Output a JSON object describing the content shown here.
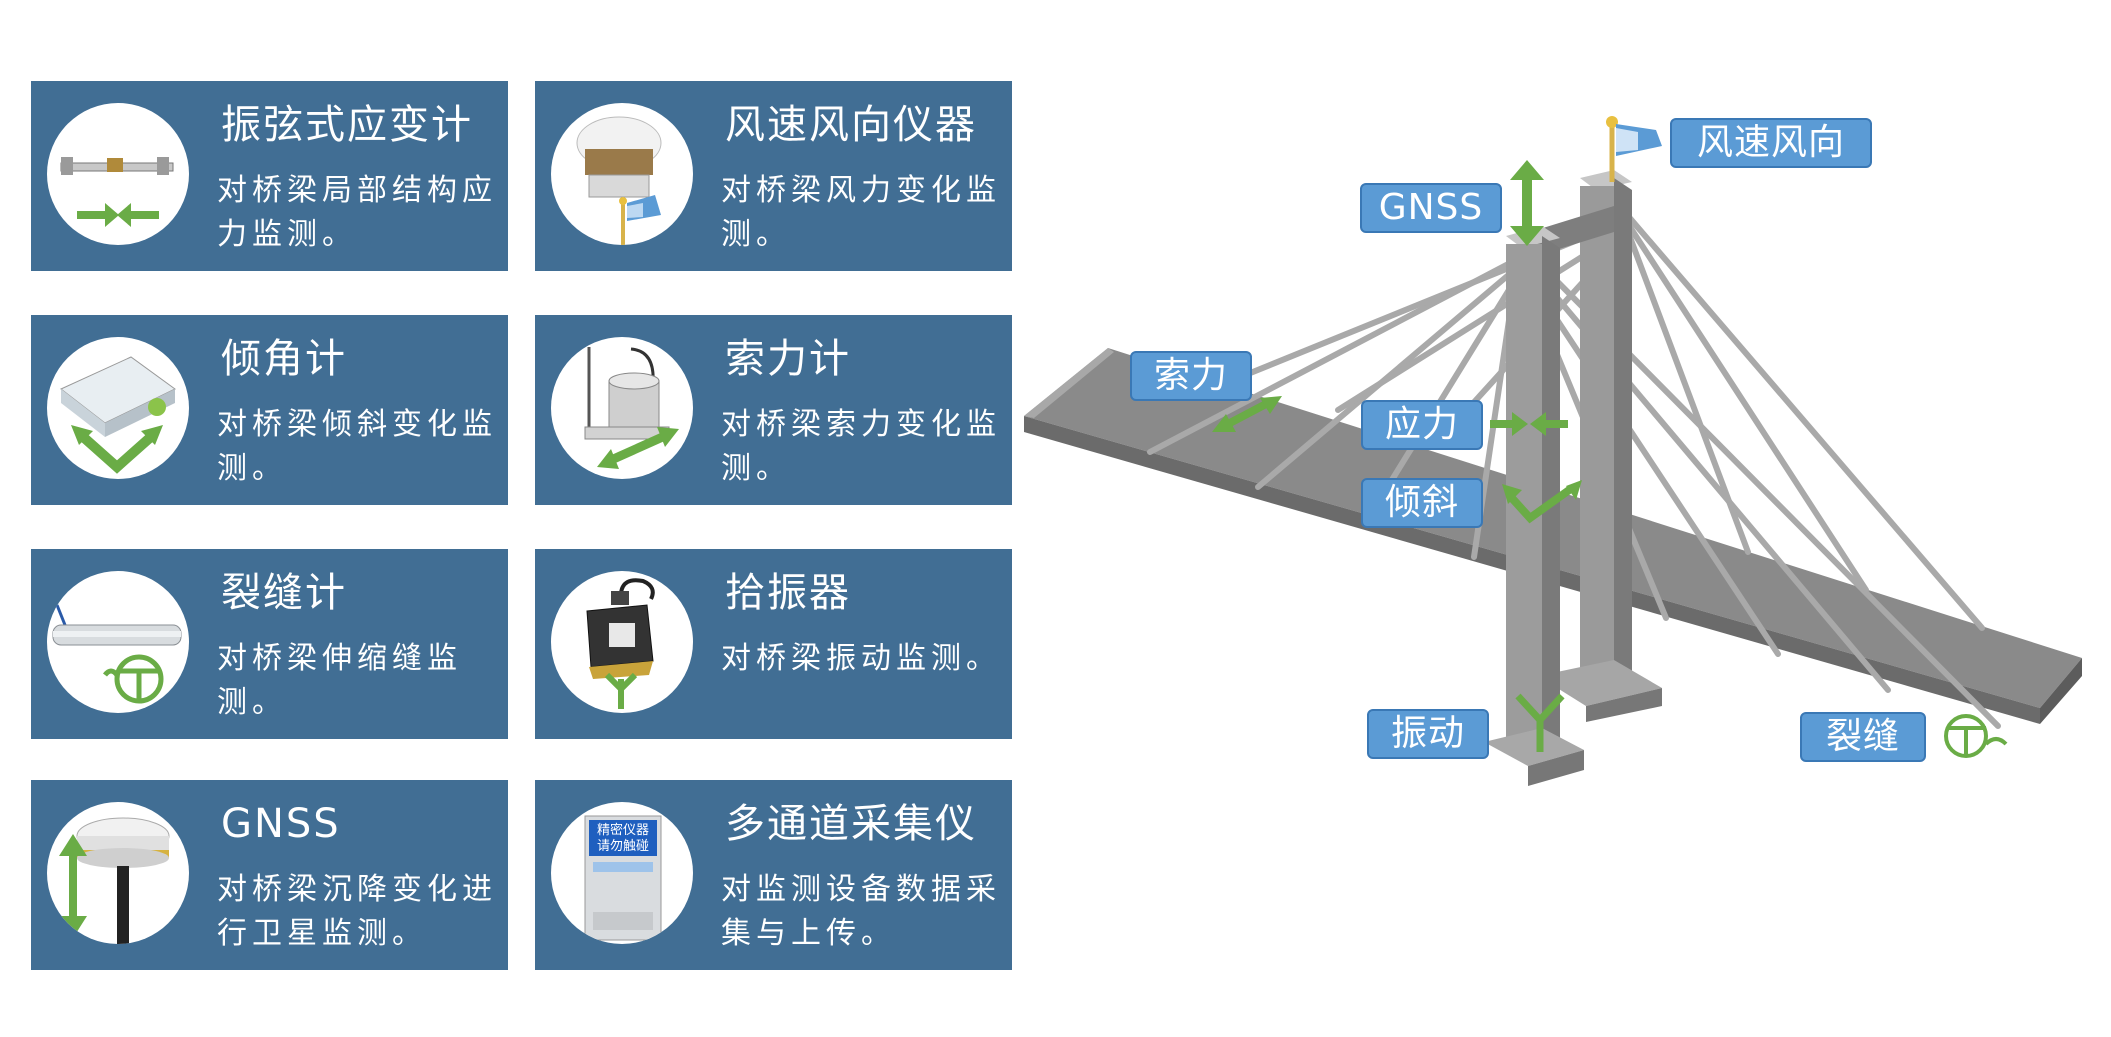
{
  "sensors": [
    {
      "title": "振弦式应变计",
      "desc": "对桥梁局部结构应力监测。",
      "icon": "strain-gauge-icon"
    },
    {
      "title": "风速风向仪器",
      "desc": "对桥梁风力变化监测。",
      "icon": "anemometer-icon"
    },
    {
      "title": "倾角计",
      "desc": "对桥梁倾斜变化监测。",
      "icon": "inclinometer-icon"
    },
    {
      "title": "索力计",
      "desc": "对桥梁索力变化监测。",
      "icon": "cable-force-meter-icon"
    },
    {
      "title": "裂缝计",
      "desc": "对桥梁伸缩缝监测。",
      "icon": "crack-meter-icon"
    },
    {
      "title": "拾振器",
      "desc": "对桥梁振动监测。",
      "icon": "vibration-pickup-icon"
    },
    {
      "title": "GNSS",
      "desc": "对桥梁沉降变化进行卫星监测。",
      "icon": "gnss-receiver-icon"
    },
    {
      "title": "多通道采集仪",
      "desc": "对监测设备数据采集与上传。",
      "icon": "data-acquisition-icon"
    }
  ],
  "collector_sign": [
    "精密仪器",
    "请勿触碰"
  ],
  "bridge_labels": {
    "wind": "风速风向",
    "gnss": "GNSS",
    "cable": "索力",
    "stress": "应力",
    "tilt": "倾斜",
    "vibration": "振动",
    "crack": "裂缝"
  },
  "colors": {
    "card_bg": "#416e94",
    "tag_bg": "#5b9bd5",
    "indicator_green": "#6aac46",
    "bridge_gray": "#8c8c8c"
  }
}
